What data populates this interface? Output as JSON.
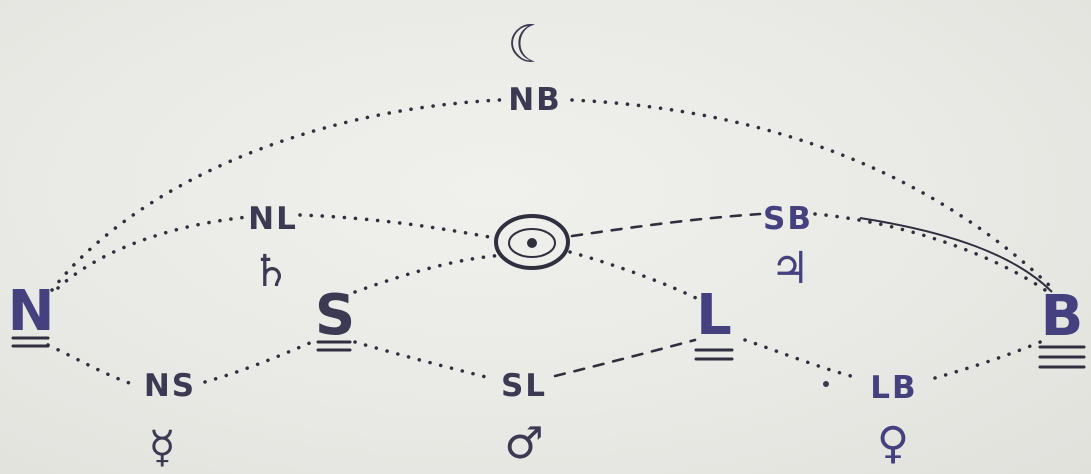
{
  "diagram": {
    "moon": {
      "label": "NB",
      "symbol": "☾"
    },
    "sun_symbol": "☉",
    "cardinals": {
      "n": "N",
      "s": "S",
      "l": "L",
      "b": "B"
    },
    "pairs": {
      "nl": {
        "label": "NL",
        "symbol": "♄"
      },
      "sb": {
        "label": "SB",
        "symbol": "♃"
      },
      "ns": {
        "label": "NS",
        "symbol": "☿"
      },
      "sl": {
        "label": "SL",
        "symbol": "♂"
      },
      "lb": {
        "label": "LB",
        "symbol": "♀"
      }
    }
  }
}
